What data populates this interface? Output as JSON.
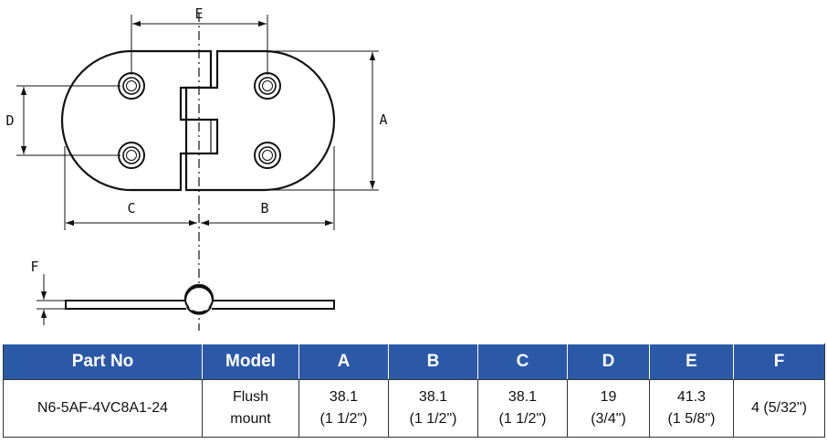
{
  "drawing": {
    "labels": {
      "e": "E",
      "d": "D",
      "a": "A",
      "c": "C",
      "b": "B",
      "f": "F"
    }
  },
  "table": {
    "headers": [
      "Part No",
      "Model",
      "A",
      "B",
      "C",
      "D",
      "E",
      "F"
    ],
    "row": {
      "part_no": "N6-5AF-4VC8A1-24",
      "model": "Flush\nmount",
      "a": "38.1\n(1 1/2\")",
      "b": "38.1\n(1 1/2\")",
      "c": "38.1\n(1 1/2\")",
      "d": "19\n(3/4\")",
      "e": "41.3\n(1 5/8\")",
      "f": "4 (5/32\")"
    }
  },
  "colors": {
    "header_bg": "#2b59a8",
    "header_text": "#ffffff"
  }
}
